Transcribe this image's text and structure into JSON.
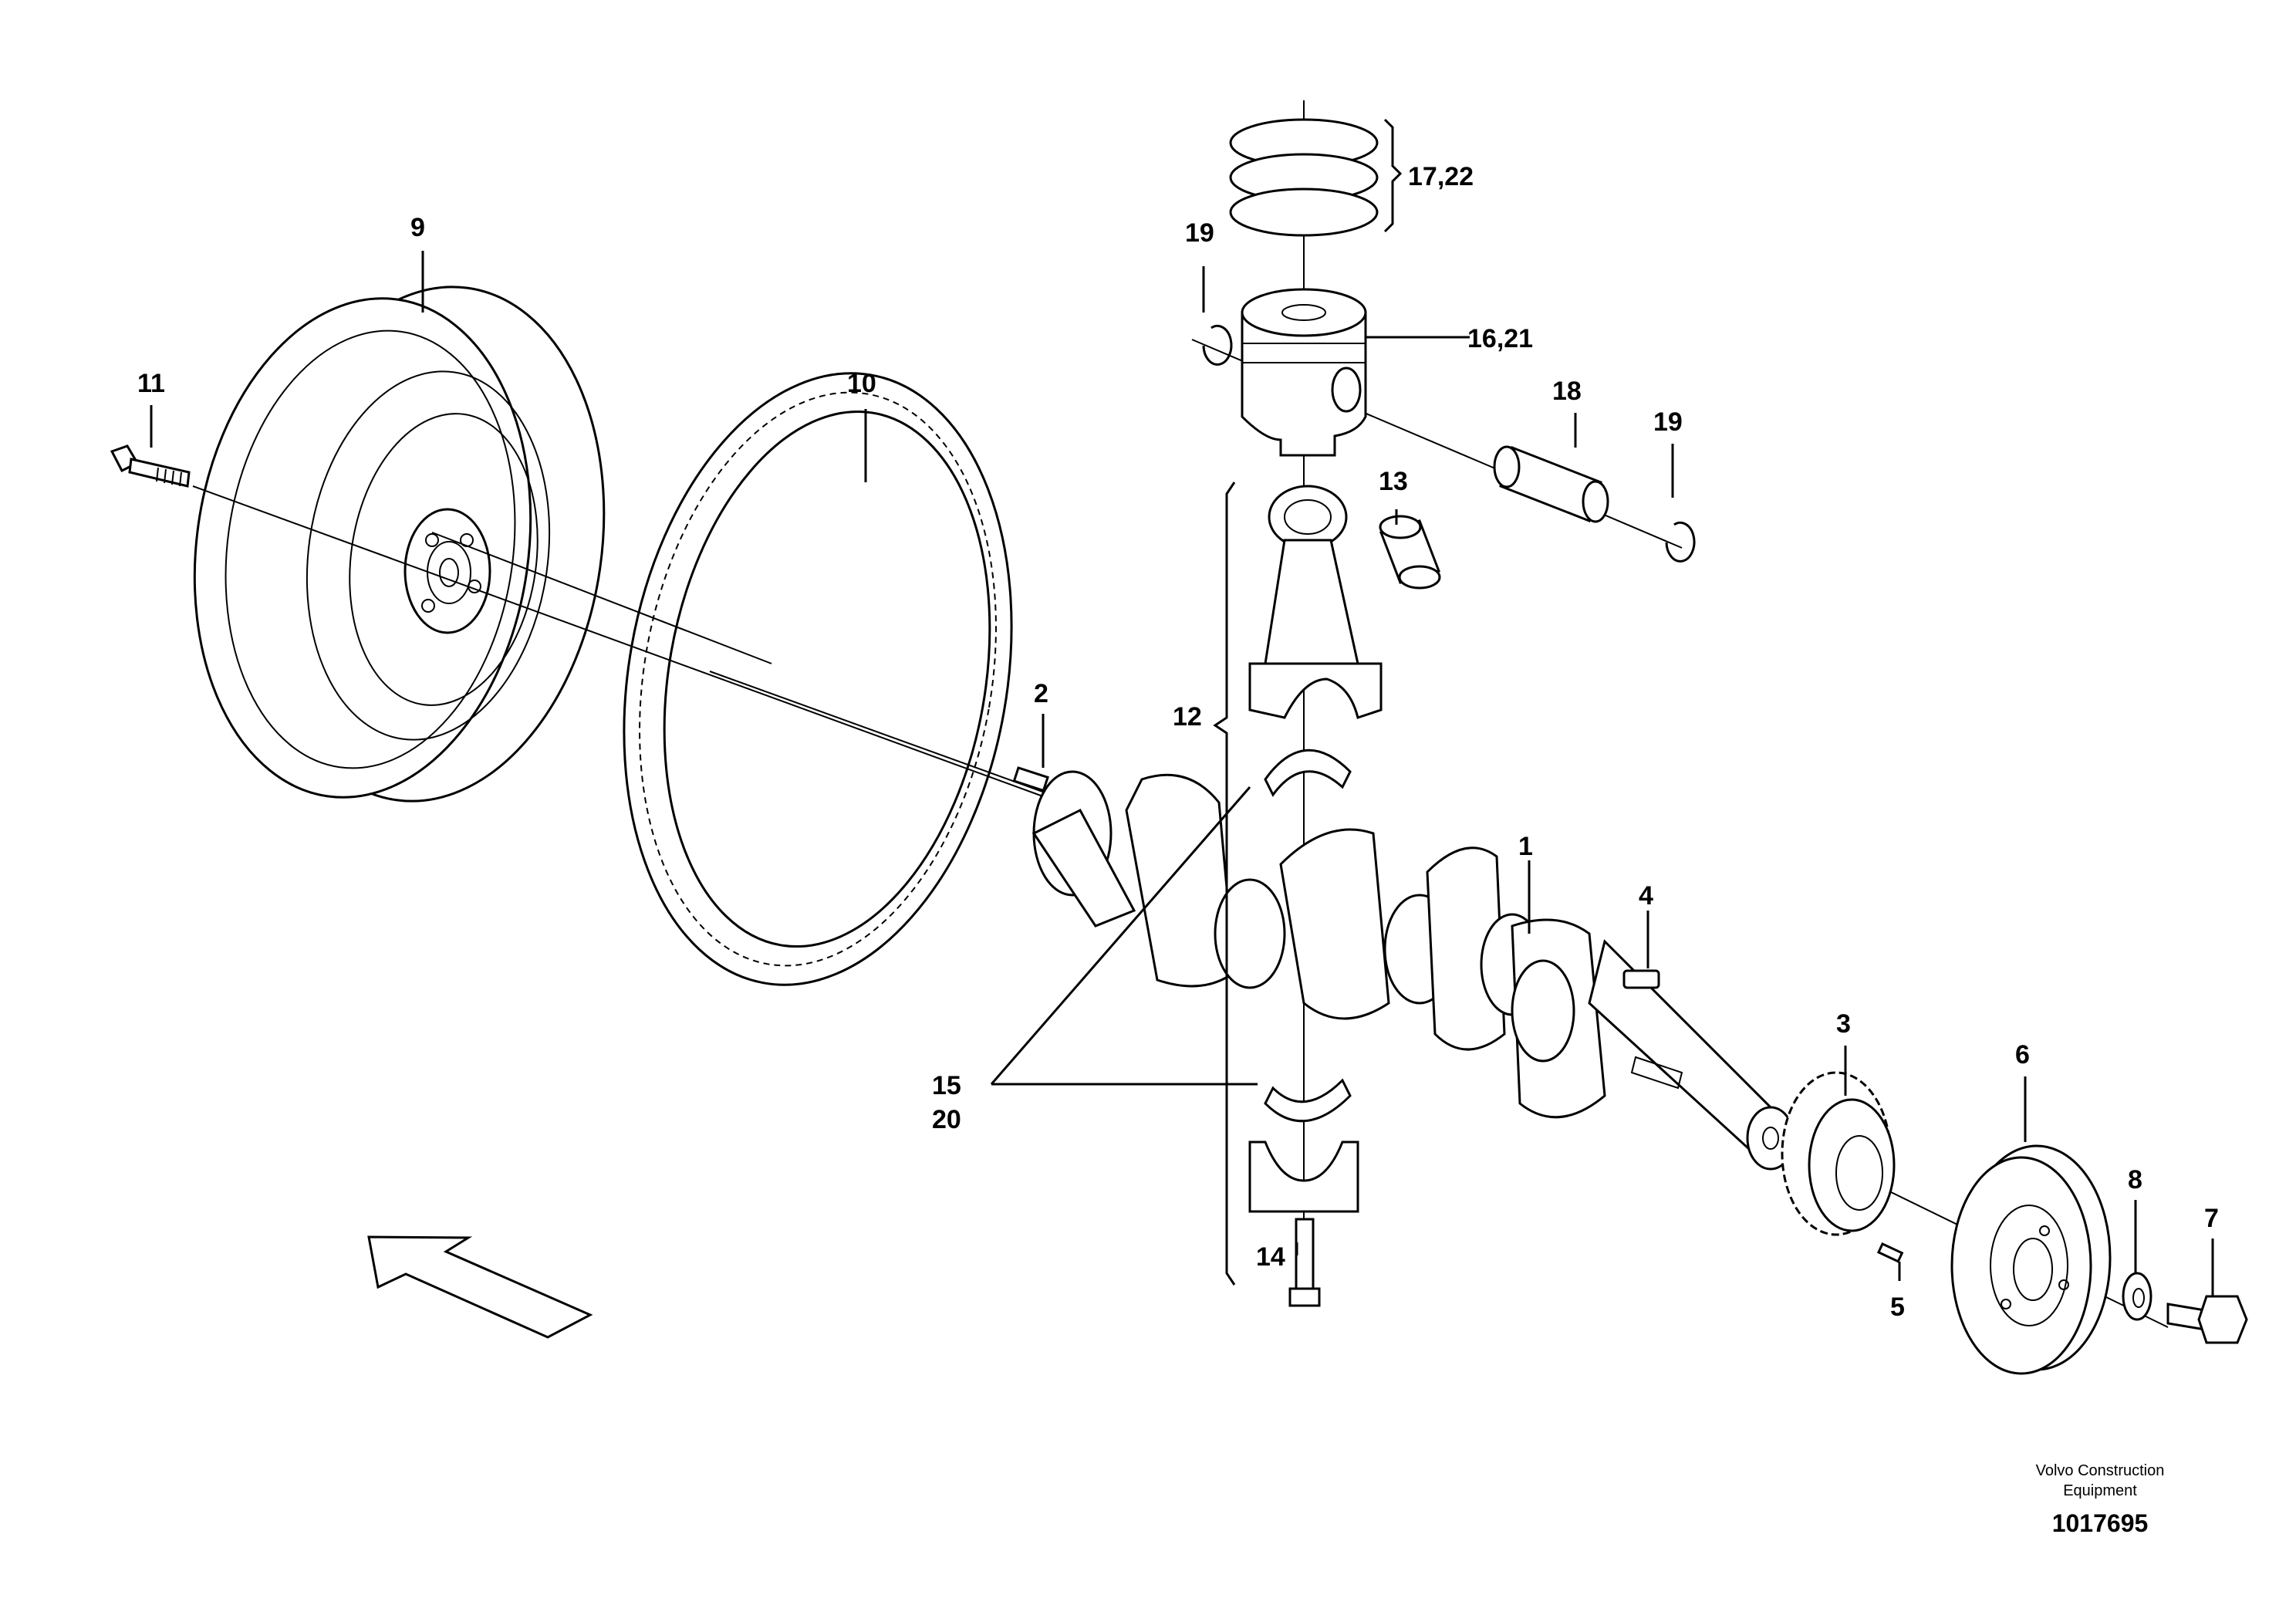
{
  "labels": {
    "l1": "1",
    "l2": "2",
    "l3": "3",
    "l4": "4",
    "l5": "5",
    "l6": "6",
    "l7": "7",
    "l8": "8",
    "l9": "9",
    "l10": "10",
    "l11": "11",
    "l12": "12",
    "l13": "13",
    "l14": "14",
    "l15": "15",
    "l20": "20",
    "l16_21": "16,21",
    "l17_22": "17,22",
    "l18": "18",
    "l19a": "19",
    "l19b": "19"
  },
  "footer": {
    "brand_line1": "Volvo Construction",
    "brand_line2": "Equipment",
    "drawing_number": "1017695"
  }
}
